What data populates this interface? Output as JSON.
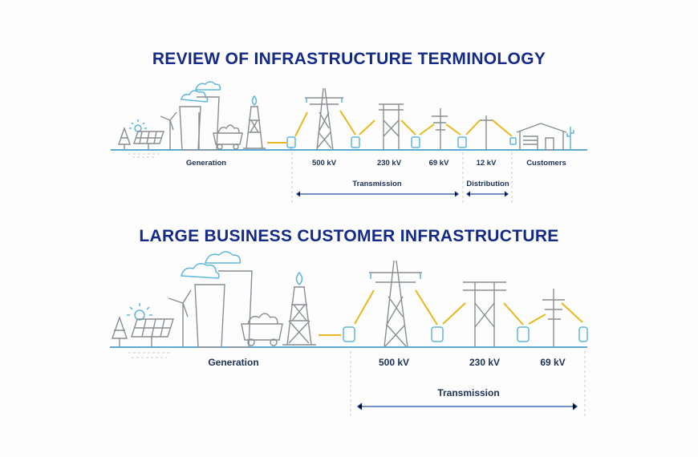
{
  "diagram1": {
    "title": "REVIEW OF INFRASTRUCTURE TERMINOLOGY",
    "labels": {
      "generation": "Generation",
      "kv500": "500 kV",
      "kv230": "230 kV",
      "kv69": "69 kV",
      "kv12": "12 kV",
      "customers": "Customers",
      "transmission": "Transmission",
      "distribution": "Distribution"
    }
  },
  "diagram2": {
    "title": "LARGE BUSINESS CUSTOMER INFRASTRUCTURE",
    "labels": {
      "generation": "Generation",
      "kv500": "500 kV",
      "kv230": "230 kV",
      "kv69": "69 kV",
      "transmission": "Transmission"
    }
  },
  "colors": {
    "title": "#142a86",
    "power_line": "#e8b81c",
    "ground": "#2b8fc2",
    "accent": "#5fb6dd",
    "structure": "#8a8d92"
  }
}
